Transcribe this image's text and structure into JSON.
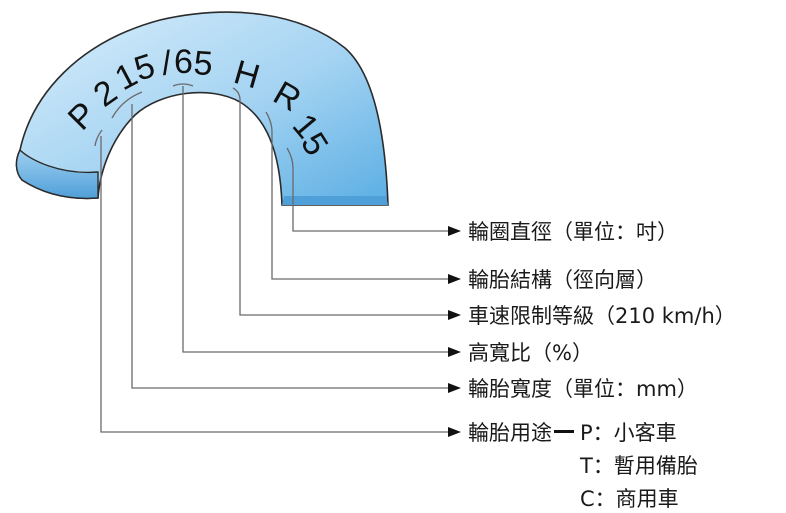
{
  "tire_code": {
    "chars": [
      "P",
      "2",
      "1",
      "5",
      "/",
      "6",
      "5",
      "H",
      "R",
      "1",
      "5"
    ]
  },
  "labels": {
    "rim_diameter": "輪圈直徑（單位：吋）",
    "construction": "輪胎結構（徑向層）",
    "speed_rating": "車速限制等級（210 km/h）",
    "aspect_ratio": "高寬比（%）",
    "width": "輪胎寬度（單位：mm）",
    "usage": "輪胎用途",
    "usage_p": "P：小客車",
    "usage_t": "T：暫用備胎",
    "usage_c": "C：商用車"
  },
  "colors": {
    "tire_light": "#d6ecfb",
    "tire_mid": "#8fc9ef",
    "tire_dark": "#4aa3dd",
    "outline": "#2b2b2b"
  }
}
